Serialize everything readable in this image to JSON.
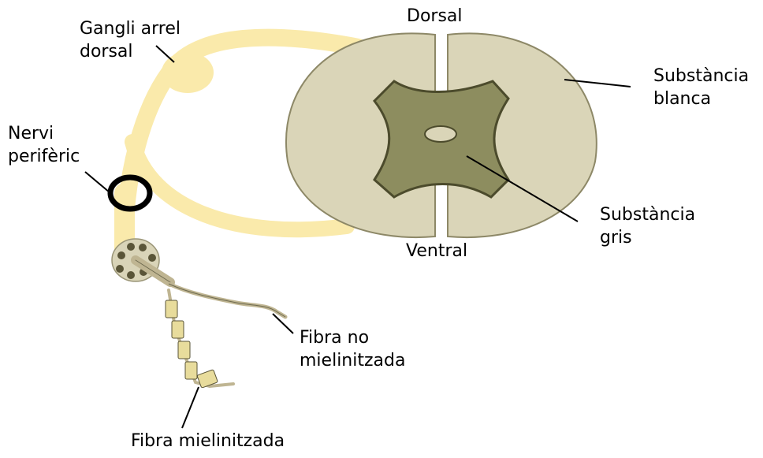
{
  "labels": {
    "dorsal": "Dorsal",
    "ventral": "Ventral",
    "dorsal_root_ganglion": [
      "Gangli arrel",
      "dorsal"
    ],
    "peripheral_nerve": [
      "Nervi",
      "perifèric"
    ],
    "white_matter": [
      "Substància",
      "blanca"
    ],
    "grey_matter": [
      "Substància",
      "gris"
    ],
    "unmyelinated_fiber": [
      "Fibra no",
      "mielinitzada"
    ],
    "myelinated_fiber": "Fibra mielinitzada"
  },
  "colors": {
    "nerve": "#faeaab",
    "white_matter": "#dad5b8",
    "white_matter_outline": "#8d8867",
    "grey_matter": "#8d8d5f",
    "grey_matter_outline": "#4c4b2c",
    "fascicle": "#5a5538",
    "myelin": "#e8dc9c",
    "ring": "#000000",
    "leader": "#000000"
  }
}
